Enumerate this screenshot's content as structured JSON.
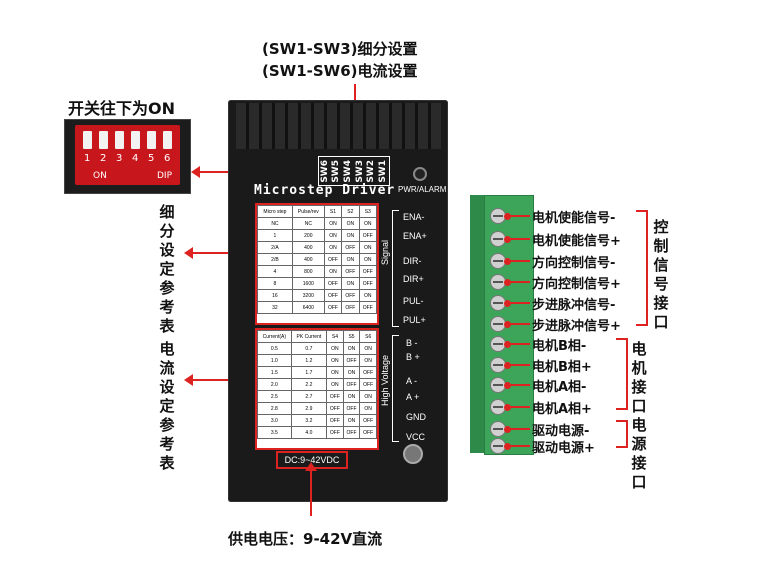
{
  "callouts": {
    "top_line1": "(SW1-SW3)细分设置",
    "top_line2": "(SW1-SW6)电流设置",
    "dip_note": "开关往下为ON",
    "micro_table_note": "细分设定参考表",
    "current_table_note": "电流设定参考表",
    "supply_voltage": "供电电压：9-42V直流",
    "control_group": "控制信号接口",
    "motor_group": "电机接口",
    "power_group": "电源接口"
  },
  "dip_inset": {
    "numbers": [
      "1",
      "2",
      "3",
      "4",
      "5",
      "6"
    ],
    "on_label": "ON",
    "dip_label": "DIP"
  },
  "driver": {
    "title": "Microstep Driver",
    "pwr_alarm": "PWR/ALARM",
    "switches": [
      "SW6",
      "SW5",
      "SW4",
      "SW3",
      "SW2",
      "SW1"
    ],
    "signal_label": "Signal",
    "high_voltage_label": "High Voltage",
    "signal_pins": [
      "ENA-",
      "ENA+",
      "DIR-",
      "DIR+",
      "PUL-",
      "PUL+"
    ],
    "power_pins": [
      "B -",
      "B +",
      "A -",
      "A +",
      "GND",
      "VCC"
    ],
    "dc_label": "DC:9~42VDC",
    "micro_table": {
      "headers": [
        "Micro step",
        "Pulse/rev",
        "S1",
        "S2",
        "S3"
      ],
      "rows": [
        [
          "NC",
          "NC",
          "ON",
          "ON",
          "ON"
        ],
        [
          "1",
          "200",
          "ON",
          "ON",
          "OFF"
        ],
        [
          "2/A",
          "400",
          "ON",
          "OFF",
          "ON"
        ],
        [
          "2/B",
          "400",
          "OFF",
          "ON",
          "ON"
        ],
        [
          "4",
          "800",
          "ON",
          "OFF",
          "OFF"
        ],
        [
          "8",
          "1600",
          "OFF",
          "ON",
          "OFF"
        ],
        [
          "16",
          "3200",
          "OFF",
          "OFF",
          "ON"
        ],
        [
          "32",
          "6400",
          "OFF",
          "OFF",
          "OFF"
        ]
      ]
    },
    "current_table": {
      "headers": [
        "Current(A)",
        "PK Current",
        "S4",
        "S5",
        "S6"
      ],
      "rows": [
        [
          "0.5",
          "0.7",
          "ON",
          "ON",
          "ON"
        ],
        [
          "1.0",
          "1.2",
          "ON",
          "OFF",
          "ON"
        ],
        [
          "1.5",
          "1.7",
          "ON",
          "ON",
          "OFF"
        ],
        [
          "2.0",
          "2.2",
          "ON",
          "OFF",
          "OFF"
        ],
        [
          "2.5",
          "2.7",
          "OFF",
          "ON",
          "ON"
        ],
        [
          "2.8",
          "2.9",
          "OFF",
          "OFF",
          "ON"
        ],
        [
          "3.0",
          "3.2",
          "OFF",
          "ON",
          "OFF"
        ],
        [
          "3.5",
          "4.0",
          "OFF",
          "OFF",
          "OFF"
        ]
      ]
    }
  },
  "terminal_labels": [
    "电机使能信号-",
    "电机使能信号+",
    "方向控制信号-",
    "方向控制信号+",
    "步进脉冲信号-",
    "步进脉冲信号+",
    "电机B相-",
    "电机B相+",
    "电机A相-",
    "电机A相+",
    "驱动电源-",
    "驱动电源+"
  ],
  "colors": {
    "accent_red": "#d22222",
    "terminal_green": "#3da55a",
    "body_black": "#1a1a1a"
  }
}
